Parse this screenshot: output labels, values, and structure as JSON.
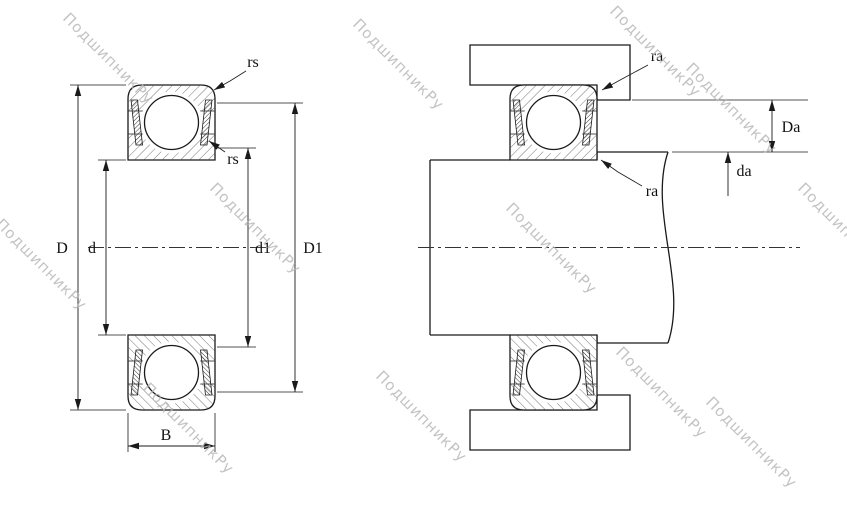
{
  "watermark": {
    "text": "ПодшипникРу"
  },
  "colors": {
    "line": "#1a1a1a",
    "hatch": "#4a4a4a",
    "watermark": "#b5b5b5",
    "background": "#ffffff"
  },
  "left_view": {
    "labels": {
      "rs_outer": "rs",
      "rs_inner": "rs",
      "D": "D",
      "d": "d",
      "d1": "d1",
      "D1": "D1",
      "B": "B"
    }
  },
  "right_view": {
    "labels": {
      "ra_outer": "ra",
      "ra_inner": "ra",
      "Da": "Da",
      "da": "da"
    }
  }
}
